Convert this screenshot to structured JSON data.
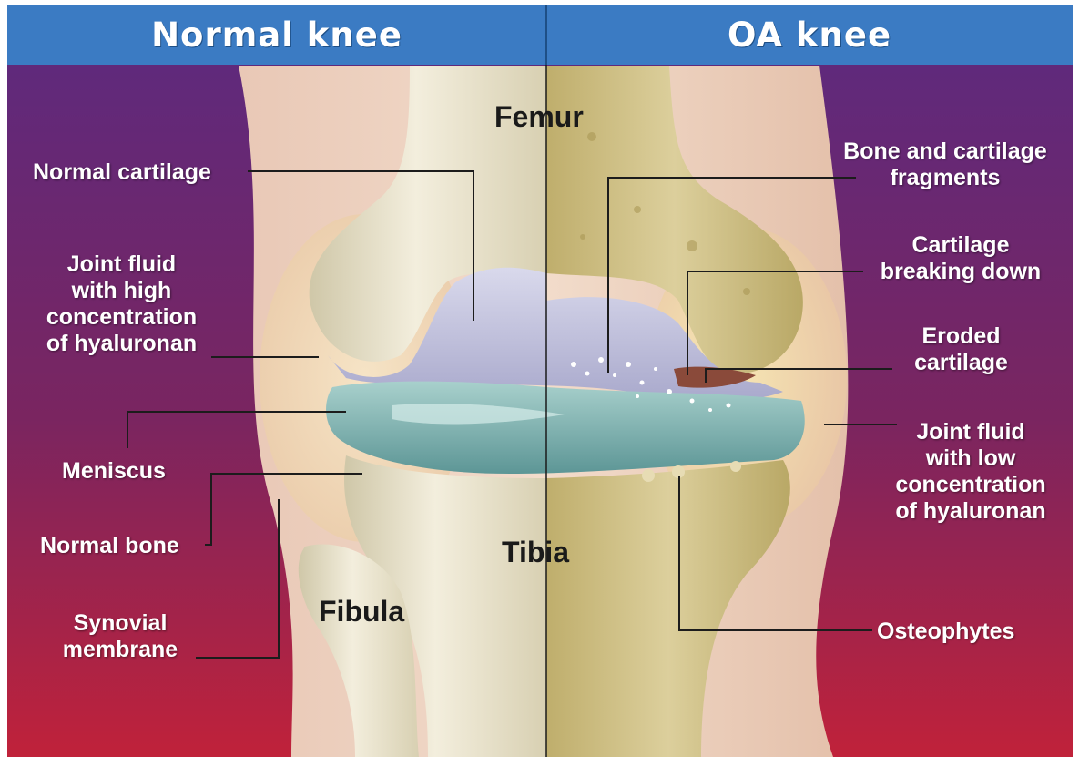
{
  "headers": {
    "left": "Normal knee",
    "right": "OA knee"
  },
  "bones": {
    "femur": "Femur",
    "tibia": "Tibia",
    "fibula": "Fibula"
  },
  "left_labels": {
    "normal_cartilage": "Normal cartilage",
    "joint_fluid_high": [
      "Joint fluid",
      "with high",
      "concentration",
      "of hyaluronan"
    ],
    "meniscus": "Meniscus",
    "normal_bone": "Normal bone",
    "synovial_membrane": [
      "Synovial",
      "membrane"
    ]
  },
  "right_labels": {
    "bone_cartilage_fragments": [
      "Bone and cartilage",
      "fragments"
    ],
    "cartilage_breaking_down": [
      "Cartilage",
      "breaking down"
    ],
    "eroded_cartilage": [
      "Eroded",
      "cartilage"
    ],
    "joint_fluid_low": [
      "Joint fluid",
      "with low",
      "concentration",
      "of hyaluronan"
    ],
    "osteophytes": "Osteophytes"
  },
  "colors": {
    "header_blue": "#3b7bc3",
    "background_top": "#5b2a80",
    "background_bottom": "#c0223a",
    "bone_normal": "#ede6d2",
    "bone_oa": "#cdbf86",
    "cartilage": "#c9c9e2",
    "meniscus": "#7fb2b2"
  }
}
